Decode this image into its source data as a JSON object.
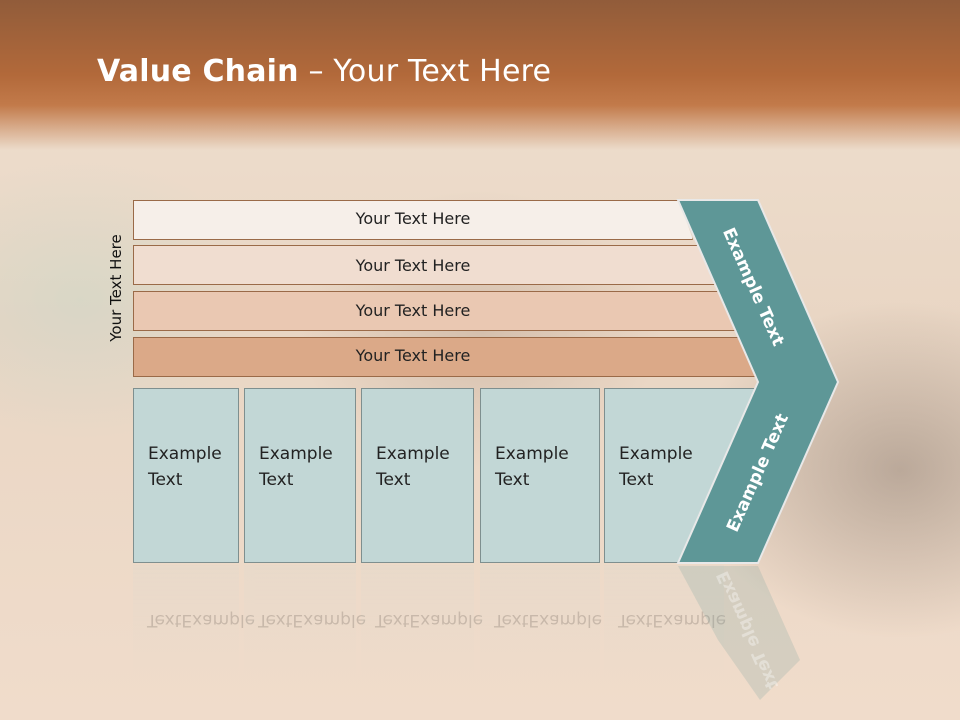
{
  "title": {
    "bold": "Value Chain",
    "rest": " – Your Text Here"
  },
  "side_label": "Your Text Here",
  "rows": [
    {
      "label": "Your Text Here",
      "color": "#f6efe9"
    },
    {
      "label": "Your Text Here",
      "color": "#f0ddd0"
    },
    {
      "label": "Your Text Here",
      "color": "#eac8b2"
    },
    {
      "label": "Your Text Here",
      "color": "#dba988"
    }
  ],
  "boxes": [
    {
      "line1": "Example",
      "line2": "Text"
    },
    {
      "line1": "Example",
      "line2": "Text"
    },
    {
      "line1": "Example",
      "line2": "Text"
    },
    {
      "line1": "Example",
      "line2": "Text"
    },
    {
      "line1": "Example",
      "line2": "Text"
    }
  ],
  "arrow": {
    "upper": "Example Text",
    "lower": "Example Text",
    "color": "#5e9797"
  },
  "colors": {
    "box_fill": "#c2d7d6",
    "header": "#b2693a"
  }
}
